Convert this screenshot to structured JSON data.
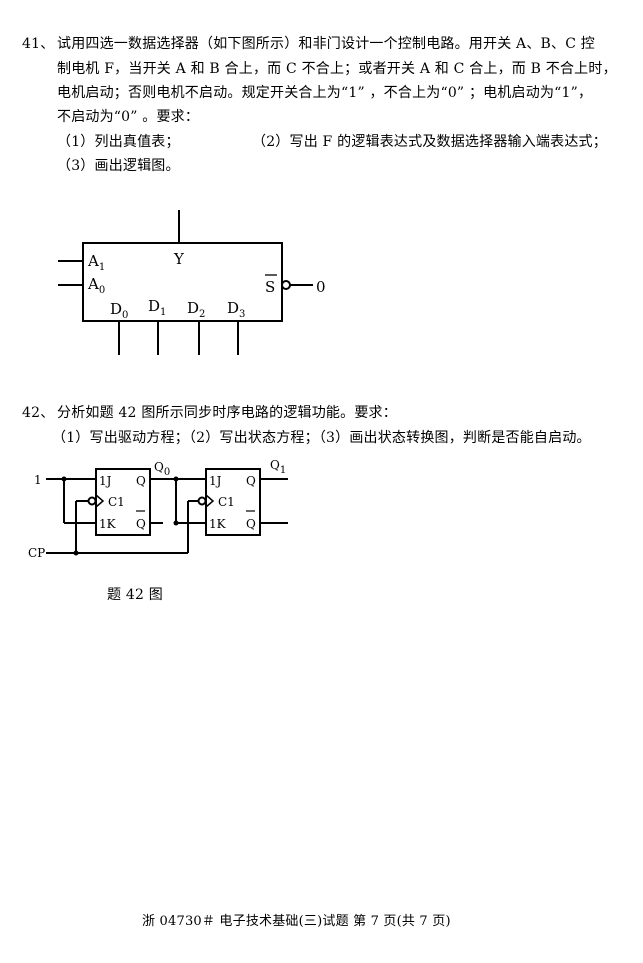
{
  "q41": {
    "number": "41、",
    "lines": [
      "试用四选一数据选择器（如下图所示）和非门设计一个控制电路。用开关 A、B、C 控",
      "制电机 F，当开关 A 和 B 合上，而 C 不合上；或者开关 A 和 C 合上，而 B 不合上时，",
      "电机启动；否则电机不启动。规定开关合上为“1” ，不合上为“0” ；电机启动为“1”，",
      "不启动为“0” 。要求："
    ],
    "req1": "（1）列出真值表；",
    "req2": "（2）写出 F 的逻辑表达式及数据选择器输入端表达式；",
    "req3": "（3）画出逻辑图。",
    "mux": {
      "output": "Y",
      "a1": "A",
      "a1_sub": "1",
      "a0": "A",
      "a0_sub": "0",
      "s": "S",
      "s_value": "0",
      "inputs": [
        {
          "main": "D",
          "sub": "0"
        },
        {
          "main": "D",
          "sub": "1"
        },
        {
          "main": "D",
          "sub": "2"
        },
        {
          "main": "D",
          "sub": "3"
        }
      ]
    }
  },
  "q42": {
    "number": "42、",
    "line1": "分析如题 42 图所示同步时序电路的逻辑功能。要求：",
    "req": "（1）写出驱动方程；（2）写出状态方程；（3）画出状态转换图，判断是否能自启动。",
    "circuit": {
      "input_label": "1",
      "clock_label": "CP",
      "ff": [
        {
          "j": "1J",
          "c": "C1",
          "k": "1K",
          "q": "Q",
          "qbar": "Q",
          "out": "Q",
          "out_sub": "0"
        },
        {
          "j": "1J",
          "c": "C1",
          "k": "1K",
          "q": "Q",
          "qbar": "Q",
          "out": "Q",
          "out_sub": "1"
        }
      ]
    },
    "caption": "题 42 图"
  },
  "footer": "浙 04730＃ 电子技术基础(三)试题 第 7 页(共 7 页)"
}
